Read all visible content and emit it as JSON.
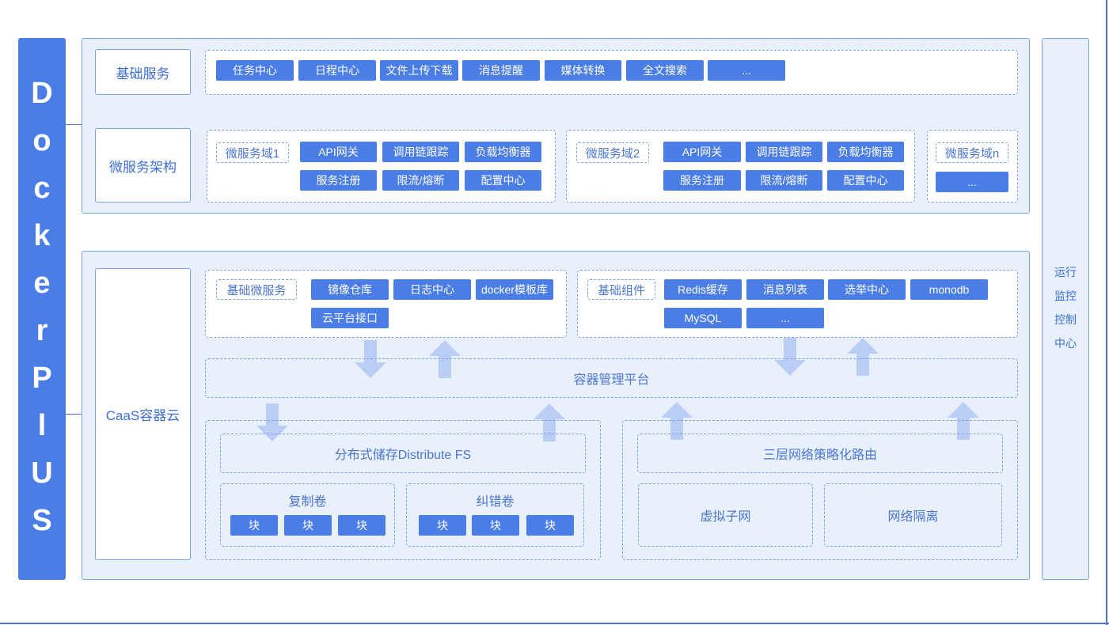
{
  "brand": {
    "letters": [
      "D",
      "o",
      "c",
      "k",
      "e",
      "r",
      "P",
      "l",
      "U",
      "S"
    ]
  },
  "basic_services": {
    "label": "基础服务",
    "items": [
      "任务中心",
      "日程中心",
      "文件上传下载",
      "消息提醒",
      "媒体转换",
      "全文搜索",
      "..."
    ]
  },
  "microservice": {
    "label": "微服务架构",
    "domain1": {
      "tag": "微服务域1",
      "items": [
        "API网关",
        "调用链跟踪",
        "负载均衡器",
        "服务注册",
        "限流/熔断",
        "配置中心"
      ]
    },
    "domain2": {
      "tag": "微服务域2",
      "items": [
        "API网关",
        "调用链跟踪",
        "负载均衡器",
        "服务注册",
        "限流/熔断",
        "配置中心"
      ]
    },
    "domainN": {
      "tag": "微服务域n",
      "items": [
        "..."
      ]
    }
  },
  "caas": {
    "label": "CaaS容器云",
    "basic_micro": {
      "tag": "基础微服务",
      "items": [
        "镜像仓库",
        "日志中心",
        "docker模板库",
        "云平台接口"
      ]
    },
    "basic_components": {
      "tag": "基础组件",
      "items": [
        "Redis缓存",
        "消息列表",
        "选举中心",
        "monodb",
        "MySQL",
        "..."
      ]
    },
    "container_platform": "容器管理平台",
    "storage": {
      "title": "分布式储存Distribute FS",
      "replica": {
        "title": "复制卷",
        "blocks": [
          "块",
          "块",
          "块"
        ]
      },
      "erasure": {
        "title": "纠错卷",
        "blocks": [
          "块",
          "块",
          "块"
        ]
      }
    },
    "network": {
      "title": "三层网络策略化路由",
      "subnet": "虚拟子网",
      "isolation": "网络隔离"
    }
  },
  "sidebar": {
    "lines": [
      "运行",
      "监控",
      "控制",
      "中心"
    ]
  }
}
